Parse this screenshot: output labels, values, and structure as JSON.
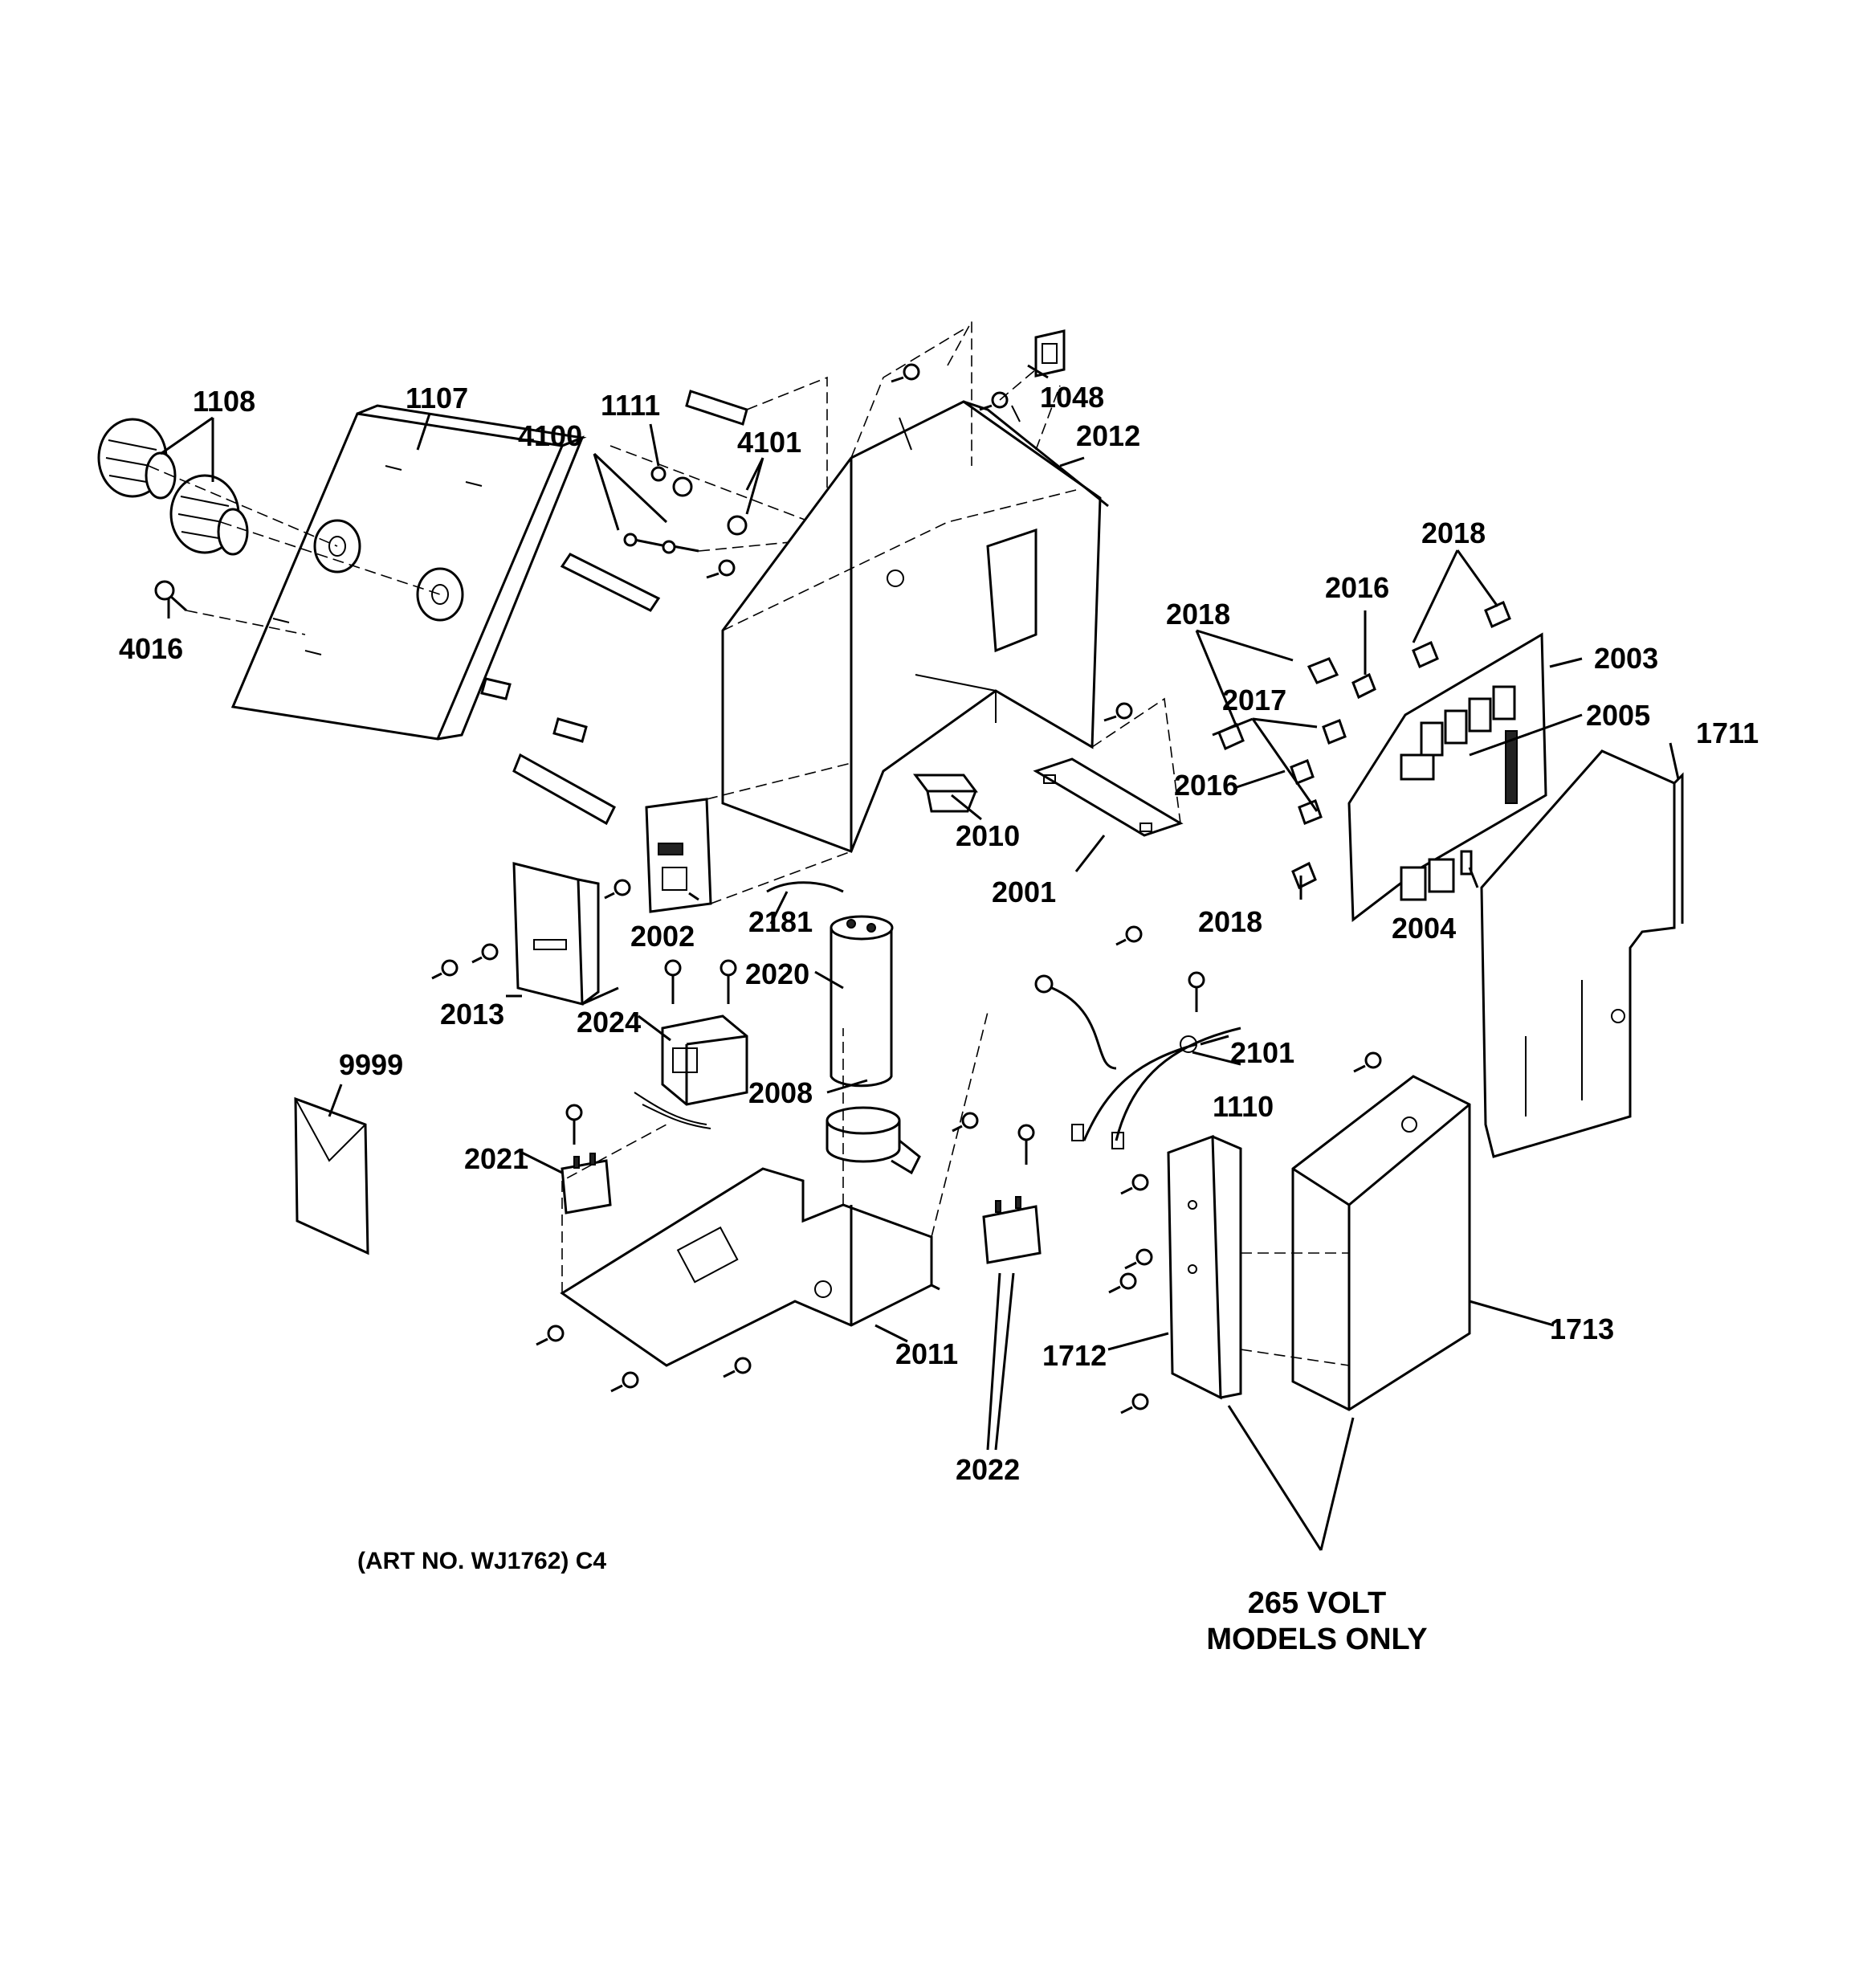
{
  "diagram": {
    "parts": {
      "p1108": "1108",
      "p1107": "1107",
      "p1111": "1111",
      "p4100": "4100",
      "p4101": "4101",
      "p4016": "4016",
      "p1048": "1048",
      "p2012": "2012",
      "p2018a": "2018",
      "p2018b": "2018",
      "p2018c": "2018",
      "p2016a": "2016",
      "p2016b": "2016",
      "p2017": "2017",
      "p2003": "2003",
      "p2005": "2005",
      "p1711": "1711",
      "p2010": "2010",
      "p2001": "2001",
      "p2004": "2004",
      "p2002": "2002",
      "p2181": "2181",
      "p2020": "2020",
      "p2013": "2013",
      "p2024": "2024",
      "p2101": "2101",
      "p1110": "1110",
      "p9999": "9999",
      "p2008": "2008",
      "p2021": "2021",
      "p2011": "2011",
      "p1712": "1712",
      "p1713": "1713",
      "p2022": "2022"
    },
    "art_number": "(ART NO. WJ1762) C4",
    "note_line1": "265 VOLT",
    "note_line2": "MODELS ONLY"
  }
}
